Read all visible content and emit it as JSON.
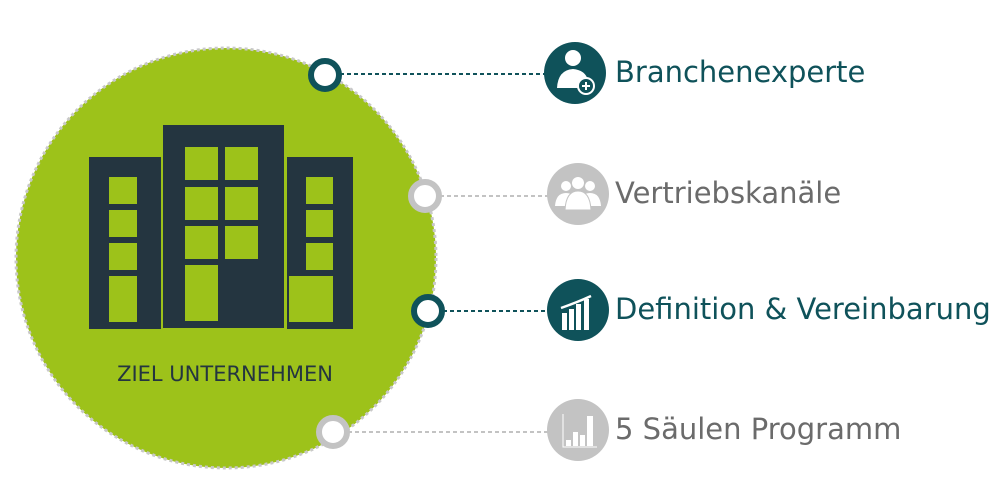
{
  "center": {
    "label": "ZIEL UNTERNEHMEN",
    "icon": "office-buildings-icon"
  },
  "colors": {
    "green": "#9dc21a",
    "teal": "#0f525a",
    "dark": "#243540",
    "gray": "#c3c3c3",
    "gray_text": "#6b6b6b"
  },
  "items": [
    {
      "label": "Branchenexperte",
      "icon": "user-plus-icon",
      "active": true
    },
    {
      "label": "Vertriebskanäle",
      "icon": "team-icon",
      "active": false
    },
    {
      "label": "Definition & Vereinbarung",
      "icon": "growth-chart-icon",
      "active": true
    },
    {
      "label": "5 Säulen Programm",
      "icon": "bar-chart-icon",
      "active": false
    }
  ]
}
